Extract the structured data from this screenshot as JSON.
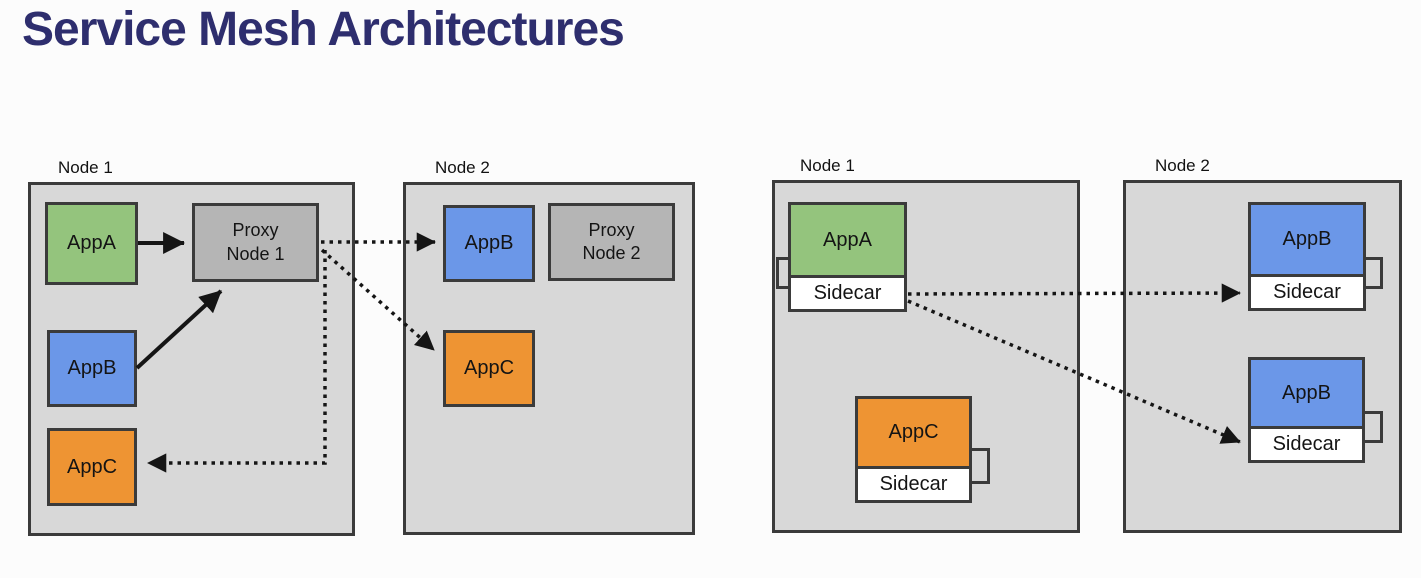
{
  "title": "Service Mesh Architectures",
  "left": {
    "node1": {
      "label": "Node 1",
      "appA": "AppA",
      "appB": "AppB",
      "appC": "AppC",
      "proxy": "Proxy\nNode 1"
    },
    "node2": {
      "label": "Node 2",
      "appB": "AppB",
      "appC": "AppC",
      "proxy": "Proxy\nNode 2"
    }
  },
  "right": {
    "node1": {
      "label": "Node 1",
      "appA": "AppA",
      "appA_sidecar": "Sidecar",
      "appC": "AppC",
      "appC_sidecar": "Sidecar"
    },
    "node2": {
      "label": "Node 2",
      "appB_top": "AppB",
      "appB_top_sidecar": "Sidecar",
      "appB_bottom": "AppB",
      "appB_bottom_sidecar": "Sidecar"
    }
  },
  "connections": [
    {
      "from": "AppA (left Node 1)",
      "to": "Proxy Node 1",
      "style": "solid"
    },
    {
      "from": "AppB (left Node 1)",
      "to": "Proxy Node 1",
      "style": "solid"
    },
    {
      "from": "Proxy Node 1",
      "to": "AppB (left Node 2)",
      "style": "dotted"
    },
    {
      "from": "Proxy Node 1",
      "to": "AppC (left Node 2)",
      "style": "dotted"
    },
    {
      "from": "Proxy Node 1",
      "to": "AppC (left Node 1)",
      "style": "dotted"
    },
    {
      "from": "AppA Sidecar (right Node 1)",
      "to": "AppB Sidecar top (right Node 2)",
      "style": "dotted"
    },
    {
      "from": "AppA Sidecar (right Node 1)",
      "to": "AppB Sidecar bottom (right Node 2)",
      "style": "dotted"
    }
  ],
  "colors": {
    "title": "#2e2e6e",
    "node_fill": "#d8d8d8",
    "border": "#3b3b3b",
    "green": "#94c47d",
    "blue": "#6b97e8",
    "orange": "#ee9433",
    "proxy_gray": "#b5b5b5",
    "sidecar_white": "#ffffff",
    "arrow": "#151515",
    "page_bg": "#fcfcfc"
  }
}
